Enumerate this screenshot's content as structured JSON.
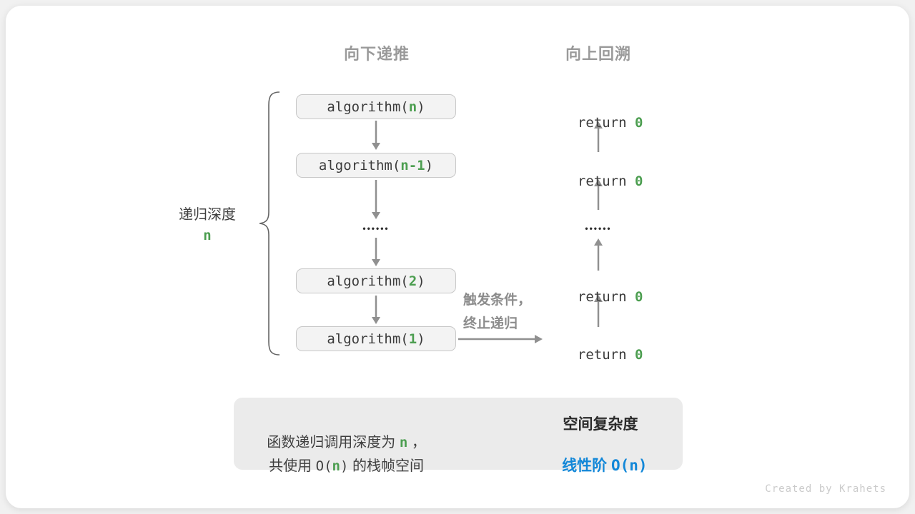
{
  "colors": {
    "green": "#4c9e50",
    "blue": "#1287d8",
    "heading_gray": "#9a9a9a",
    "arrow_gray": "#909090",
    "box_fill": "#f3f3f3",
    "box_border": "#c8c8c8",
    "summary_fill": "#ebebeb"
  },
  "headers": {
    "descend": "向下递推",
    "backtrack": "向上回溯"
  },
  "depth_label": {
    "text": "递归深度",
    "value": "n"
  },
  "recursion_column": {
    "boxes": [
      {
        "pre": "algorithm(",
        "arg": "n",
        "post": ")"
      },
      {
        "pre": "algorithm(",
        "arg": "n-1",
        "post": ")"
      },
      {
        "pre": "algorithm(",
        "arg": "2",
        "post": ")"
      },
      {
        "pre": "algorithm(",
        "arg": "1",
        "post": ")"
      }
    ],
    "ellipsis": "••••••"
  },
  "return_column": {
    "items": [
      {
        "pre": "return ",
        "val": "0"
      },
      {
        "pre": "return ",
        "val": "0"
      },
      {
        "pre": "return ",
        "val": "0"
      },
      {
        "pre": "return ",
        "val": "0"
      }
    ],
    "ellipsis": "••••••"
  },
  "base_case_note": {
    "line1": "触发条件，",
    "line2": "终止递归"
  },
  "summary": {
    "left_line1": {
      "pre": "函数递归调用深度为 ",
      "arg": "n",
      "post": " ，"
    },
    "left_line2": {
      "pre": "共使用 ",
      "code_open": "O(",
      "arg": "n",
      "code_close": ")",
      "post": " 的栈帧空间"
    },
    "right": {
      "title": "空间复杂度",
      "result_zh": "线性阶 ",
      "code_open": "O(",
      "arg": "n",
      "code_close": ")"
    }
  },
  "credit": "Created by Krahets"
}
